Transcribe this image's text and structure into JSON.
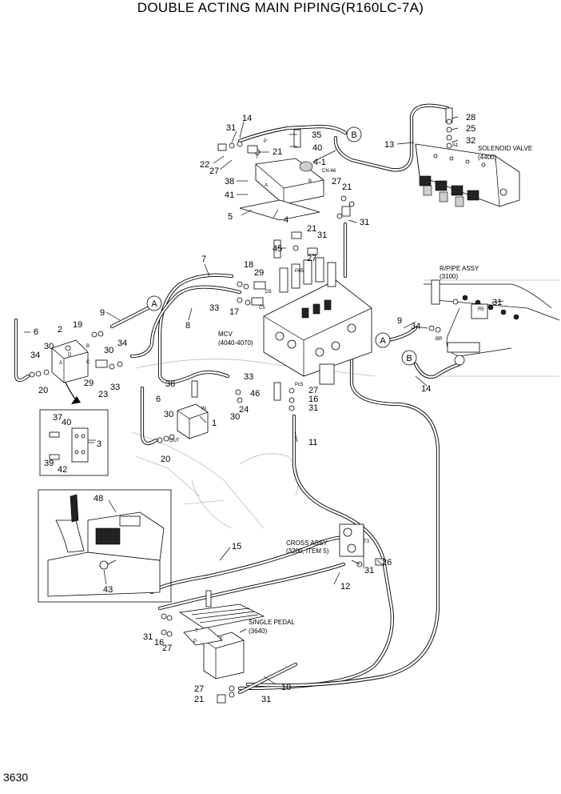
{
  "title": "DOUBLE ACTING MAIN PIPING(R160LC-7A)",
  "page_number": "3630",
  "callouts": {
    "c1": "1",
    "c2": "2",
    "c3": "3",
    "c4": "4",
    "c4_1": "4-1",
    "c5": "5",
    "c6a": "6",
    "c6b": "6",
    "c7": "7",
    "c8": "8",
    "c9a": "9",
    "c9b": "9",
    "c10": "10",
    "c11": "11",
    "c12": "12",
    "c13": "13",
    "c14a": "14",
    "c14b": "14",
    "c15": "15",
    "c16a": "16",
    "c16b": "16",
    "c17": "17",
    "c18": "18",
    "c19": "19",
    "c20a": "20",
    "c20b": "20",
    "c21a": "21",
    "c21b": "21",
    "c21c": "21",
    "c21d": "21",
    "c22": "22",
    "c23": "23",
    "c24": "24",
    "c25": "25",
    "c26": "26",
    "c27a": "27",
    "c27b": "27",
    "c27c": "27",
    "c27d": "27",
    "c27e": "27",
    "c27f": "27",
    "c28": "28",
    "c29a": "29",
    "c29b": "29",
    "c30a": "30",
    "c30b": "30",
    "c30c": "30",
    "c30d": "30",
    "c31a": "31",
    "c31b": "31",
    "c31c": "31",
    "c31d": "31",
    "c31e": "31",
    "c31f": "31",
    "c31g": "31",
    "c31h": "31",
    "c32": "32",
    "c33a": "33",
    "c33b": "33",
    "c33c": "33",
    "c34a": "34",
    "c34b": "34",
    "c34c": "34",
    "c35": "35",
    "c36": "36",
    "c37": "37",
    "c38": "38",
    "c39": "39",
    "c40a": "40",
    "c40b": "40",
    "c41": "41",
    "c42": "42",
    "c43": "43",
    "c45": "45",
    "c46": "46",
    "c48": "48"
  },
  "labels": {
    "solenoid_valve": "SOLENOID VALVE",
    "solenoid_ref": "(4400)",
    "mcv": "MCV",
    "mcv_ref": "(4040-4070)",
    "rpipe": "R/PIPE ASSY",
    "rpipe_ref": "(3100)",
    "cross_assy": "CROSS ASSY",
    "cross_ref": "(3200, ITEM 5)",
    "single_pedal": "SINGLE PEDAL",
    "pedal_ref": "(3640)",
    "cn66": "CN-66"
  },
  "ports": {
    "pd5": "Pd5",
    "d5": "D5",
    "c5": "C5",
    "pc5": "Pc5",
    "r5": "R5",
    "br": "BR",
    "a1": "A1",
    "t3": "T3",
    "p_sol": "P",
    "t_sol": "T",
    "a_blk": "A",
    "b_blk": "B",
    "out": "OUT",
    "in": "IN",
    "p_ped": "P",
    "t_ped": "T",
    "t_ped2": "T",
    "a_v": "A",
    "b_v": "B",
    "c_v": "C",
    "d_v": "D"
  },
  "connectors": {
    "A1": "A",
    "A2": "A",
    "B1": "B",
    "B2": "B"
  },
  "icons": [
    "arrow-down-icon"
  ]
}
